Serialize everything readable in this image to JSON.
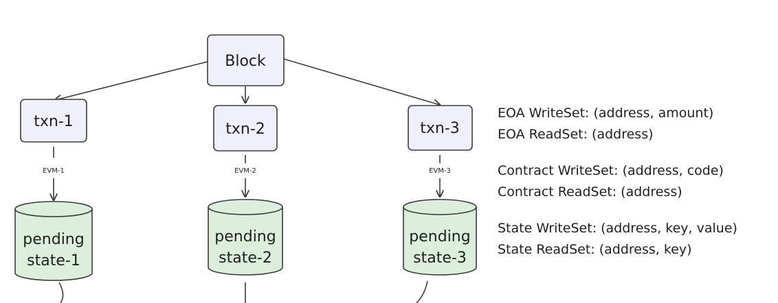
{
  "diagram": {
    "block_label": "Block",
    "transactions": [
      {
        "label": "txn-1",
        "evm_label": "EVM-1",
        "state_line1": "pending",
        "state_line2": "state-1"
      },
      {
        "label": "txn-2",
        "evm_label": "EVM-2",
        "state_line1": "pending",
        "state_line2": "state-2"
      },
      {
        "label": "txn-3",
        "evm_label": "EVM-3",
        "state_line1": "pending",
        "state_line2": "state-3"
      }
    ],
    "colors": {
      "block_fill": "#eef0fb",
      "txn_fill": "#eef0fb",
      "state_fill": "#dcefdc",
      "stroke": "#3a3a3a"
    }
  },
  "legend": {
    "groups": [
      {
        "write": "EOA WriteSet: (address, amount)",
        "read": "EOA ReadSet: (address)"
      },
      {
        "write": "Contract WriteSet: (address, code)",
        "read": "Contract ReadSet: (address)"
      },
      {
        "write": "State WriteSet: (address, key, value)",
        "read": "State ReadSet: (address, key)"
      }
    ]
  }
}
